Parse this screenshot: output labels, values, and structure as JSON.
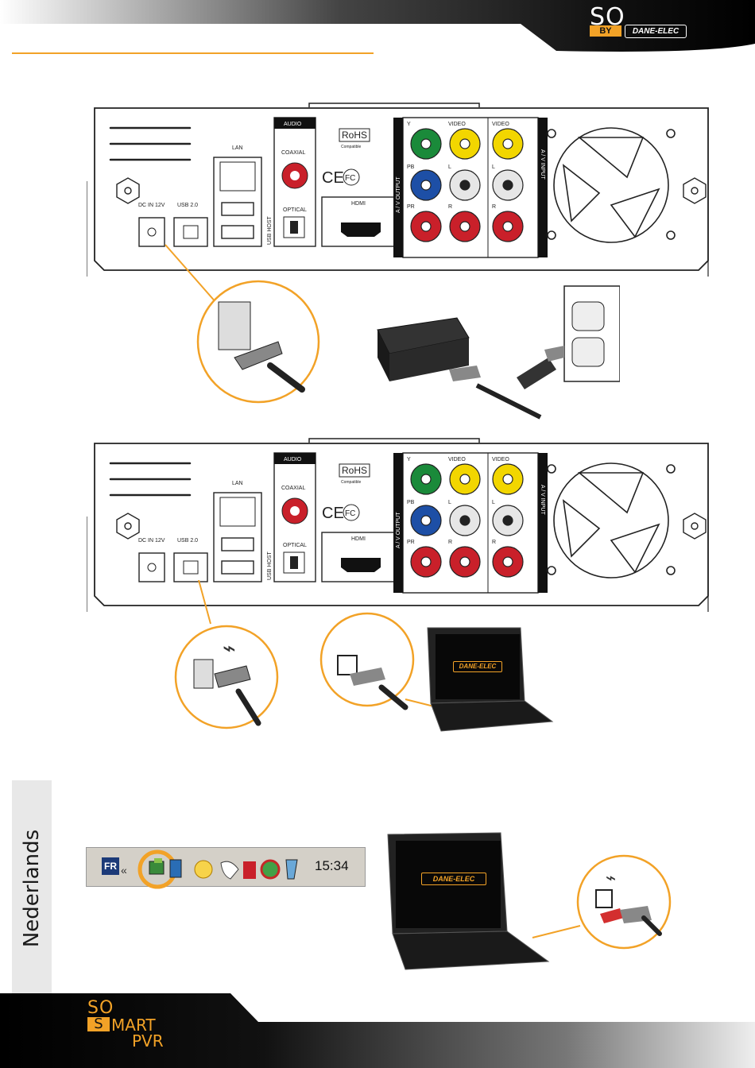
{
  "brand": {
    "so": "SO",
    "by": "BY",
    "dane_elec": "DANE-ELEC"
  },
  "device_labels": {
    "audio": "AUDIO",
    "rohs": "RoHS",
    "rohs_sub": "Compatible",
    "lan": "LAN",
    "coaxial": "COAXIAL",
    "optical": "OPTICAL",
    "usb_host": "USB HOST",
    "usb2": "USB 2.0",
    "dc_in": "DC IN 12V",
    "hdmi": "HDMI",
    "av_output": "A / V OUTPUT",
    "av_input": "A / V INPUT",
    "video": "VIDEO",
    "y": "Y",
    "pb": "PB",
    "pr": "PR",
    "l": "L",
    "r": "R",
    "ce": "CE",
    "fc": "FC"
  },
  "laptop_logo": "DANE-ELEC",
  "taskbar": {
    "lang": "FR",
    "clock": "15:34"
  },
  "sidebar_language": "Nederlands",
  "footer": {
    "so": "SO",
    "s": "S",
    "mart": "MART",
    "pvr": "PVR"
  },
  "colors": {
    "accent": "#f2a227",
    "dark": "#111111"
  }
}
